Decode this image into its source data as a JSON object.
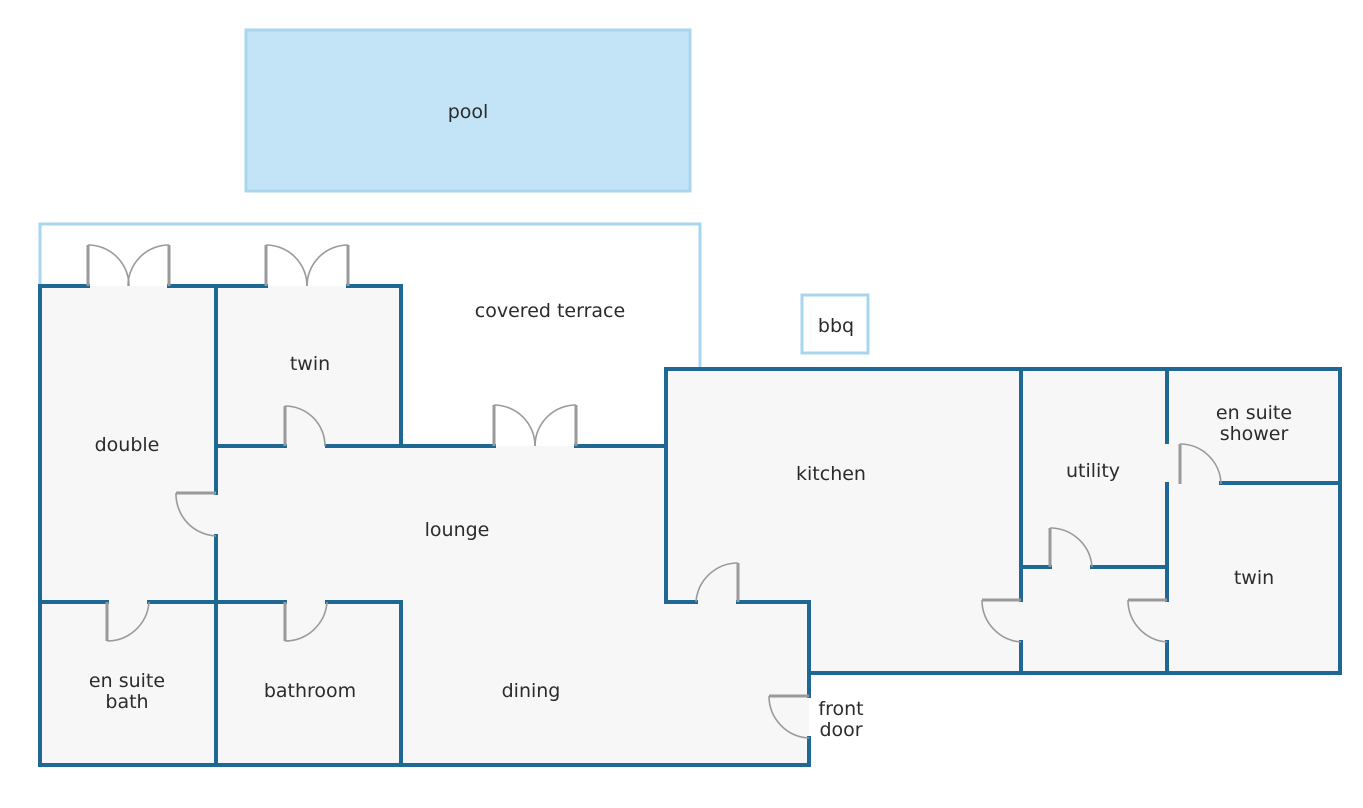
{
  "labels": {
    "pool": "pool",
    "covered_terrace": "covered terrace",
    "bbq": "bbq",
    "twin_1": "twin",
    "double": "double",
    "lounge": "lounge",
    "kitchen": "kitchen",
    "utility": "utility",
    "en_suite_shower_1": "en suite",
    "en_suite_shower_2": "shower",
    "twin_2": "twin",
    "en_suite_bath_1": "en suite",
    "en_suite_bath_2": "bath",
    "bathroom": "bathroom",
    "dining": "dining",
    "front_door_1": "front",
    "front_door_2": "door"
  },
  "colors": {
    "wall": "#1f6894",
    "pool_fill": "#c3e4f6",
    "outline": "#a8d6ec",
    "room_fill": "#f7f7f7",
    "door": "#9a9a9a"
  }
}
